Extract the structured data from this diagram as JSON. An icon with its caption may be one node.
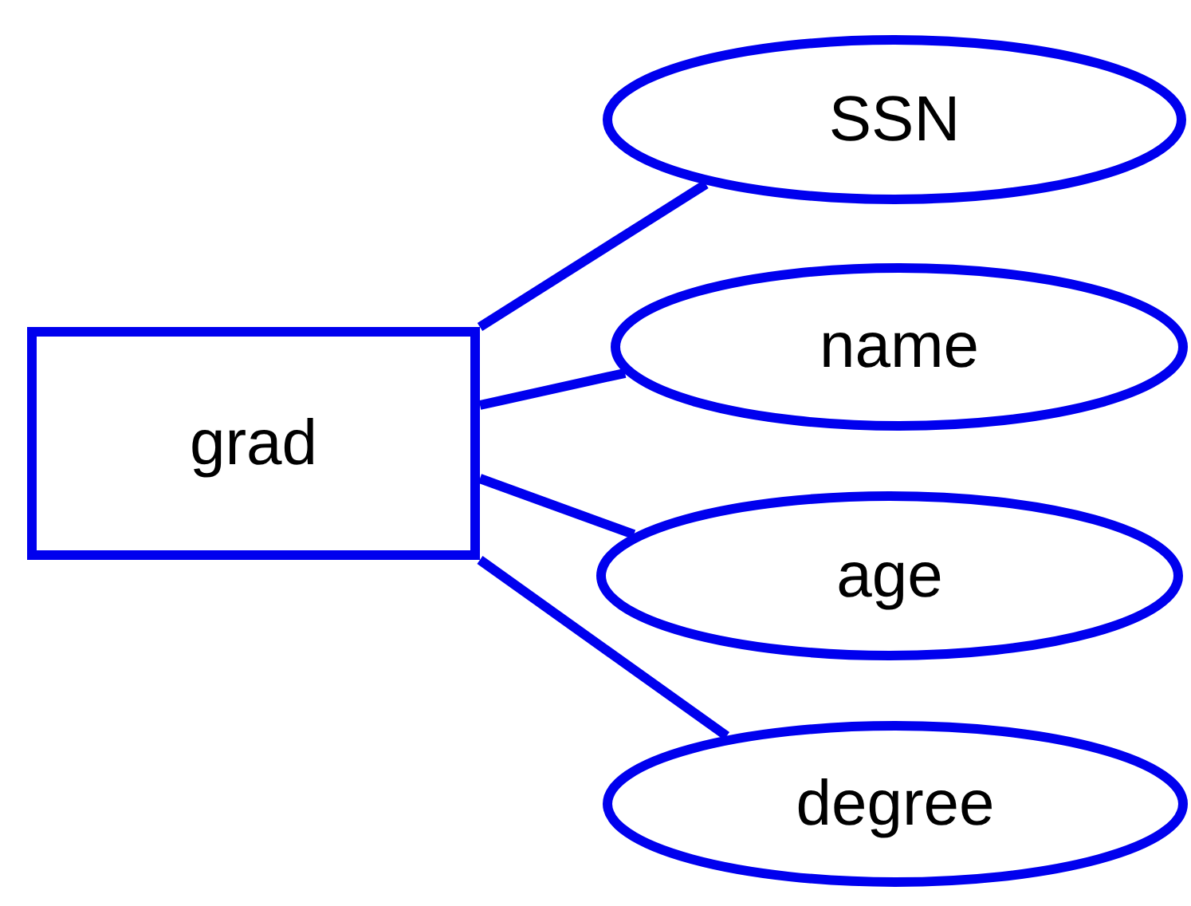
{
  "diagram": {
    "nodes": [
      {
        "text": [
          "grad"
        ]
      },
      {
        "text": [
          "SSN"
        ]
      },
      {
        "text": [
          "name"
        ]
      },
      {
        "text": [
          "age"
        ]
      },
      {
        "text": [
          "degree"
        ]
      }
    ],
    "edges": [
      {
        "from": 0,
        "to": 1,
        "arrow": "none"
      },
      {
        "from": 0,
        "to": 2,
        "arrow": "none"
      },
      {
        "from": 0,
        "to": 3,
        "arrow": "none"
      },
      {
        "from": 0,
        "to": 4,
        "arrow": "none"
      }
    ]
  }
}
